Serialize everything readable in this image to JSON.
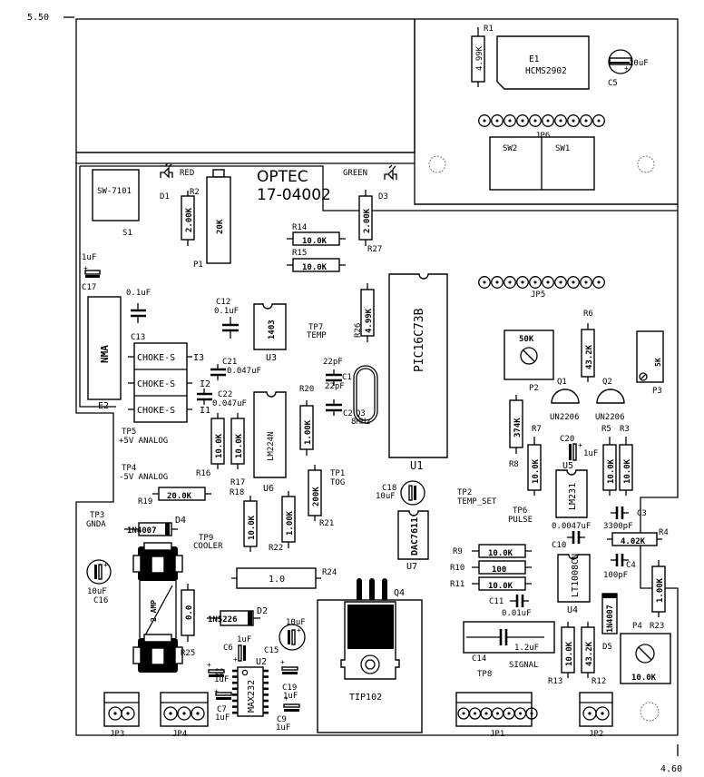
{
  "diagram": {
    "type": "pcb-silkscreen",
    "board_id": "17-04002",
    "brand": "OPTEC",
    "dimensions": {
      "top_label": "5.50",
      "bottom_label": "4.60"
    }
  },
  "components": {
    "R1": {
      "ref": "R1",
      "value": "4.99K"
    },
    "E1": {
      "ref": "E1",
      "value": "HCMS2902"
    },
    "C5": {
      "ref": "C5",
      "value": "10uF"
    },
    "JP6": {
      "ref": "JP6"
    },
    "SW2": {
      "ref": "SW2"
    },
    "SW1": {
      "ref": "SW1"
    },
    "S1": {
      "ref": "S1",
      "value": "SW-7101"
    },
    "D1": {
      "ref": "D1",
      "color": "RED"
    },
    "R2": {
      "ref": "R2",
      "value": "2.00K"
    },
    "P1": {
      "ref": "P1",
      "value": "20K"
    },
    "D3": {
      "ref": "D3",
      "color": "GREEN"
    },
    "R27": {
      "ref": "R27",
      "value": "2.00K"
    },
    "R14": {
      "ref": "R14",
      "value": "10.0K"
    },
    "R15": {
      "ref": "R15",
      "value": "10.0K"
    },
    "C17": {
      "ref": "C17",
      "value": "1uF"
    },
    "C_NMA": {
      "value": "0.1uF"
    },
    "E2": {
      "ref": "E2",
      "value": "NMA"
    },
    "C13": {
      "ref": "C13"
    },
    "CHOKES": [
      {
        "value": "CHOKE-S",
        "ref": "I3"
      },
      {
        "value": "CHOKE-S",
        "ref": "I2"
      },
      {
        "value": "CHOKE-S",
        "ref": "I1"
      }
    ],
    "C12": {
      "ref": "C12",
      "value": "0.1uF"
    },
    "U3": {
      "ref": "U3",
      "value": "1403"
    },
    "C21": {
      "ref": "C21",
      "value": "0.047uF"
    },
    "C22": {
      "ref": "C22",
      "value": "0.047uF"
    },
    "TP7": {
      "ref": "TP7",
      "label": "TEMP"
    },
    "R26": {
      "ref": "R26",
      "value": "4.99K"
    },
    "U1": {
      "ref": "U1",
      "value": "PIC16C73B"
    },
    "C1": {
      "ref": "C1",
      "value": "22pF"
    },
    "C2": {
      "ref": "C2",
      "value": "22pF"
    },
    "Q3": {
      "ref": "Q3",
      "value": "8MHz"
    },
    "R20": {
      "ref": "R20",
      "value": "1.00K"
    },
    "U6": {
      "ref": "U6",
      "value": "LM224N"
    },
    "R16": {
      "ref": "R16",
      "value": "10.0K"
    },
    "R17": {
      "ref": "R17",
      "value": "10.0K"
    },
    "R18": {
      "ref": "R18",
      "value": "10.0K"
    },
    "R19": {
      "ref": "R19",
      "value": "20.0K"
    },
    "R21": {
      "ref": "R21",
      "value": "200K"
    },
    "R22": {
      "ref": "R22",
      "value": "1.00K"
    },
    "TP5": {
      "ref": "TP5",
      "label": "+5V ANALOG"
    },
    "TP4": {
      "ref": "TP4",
      "label": "-5V ANALOG"
    },
    "TP3": {
      "ref": "TP3",
      "label": "GNDA"
    },
    "TP9": {
      "ref": "TP9",
      "label": "COOLER"
    },
    "TP1": {
      "ref": "TP1",
      "label": "TOG"
    },
    "TP2": {
      "ref": "TP2",
      "label": "TEMP_SET"
    },
    "TP6": {
      "ref": "TP6",
      "label": "PULSE"
    },
    "TP8": {
      "ref": "TP8",
      "label": "SIGNAL"
    },
    "D4": {
      "ref": "D4",
      "value": "1N4007"
    },
    "C16": {
      "ref": "C16",
      "value": "10uF"
    },
    "FUSE": {
      "value": "2 AMP"
    },
    "R25": {
      "ref": "R25",
      "value": "0.0"
    },
    "R24": {
      "ref": "R24",
      "value": "1.0"
    },
    "D2": {
      "ref": "D2",
      "value": "1N5226"
    },
    "C15": {
      "ref": "C15",
      "value": "10uF"
    },
    "C6": {
      "ref": "C6",
      "value": "1uF"
    },
    "C8": {
      "ref": "C8",
      "value": "1uF"
    },
    "C7": {
      "ref": "C7",
      "value": "1uF"
    },
    "C9": {
      "ref": "C9",
      "value": "1uF"
    },
    "C19": {
      "ref": "C19",
      "value": "1uF"
    },
    "U2": {
      "ref": "U2",
      "value": "MAX232"
    },
    "Q4": {
      "ref": "Q4",
      "value": "TIP102"
    },
    "C18": {
      "ref": "C18",
      "value": "10uF"
    },
    "U7": {
      "ref": "U7",
      "value": "DAC7611"
    },
    "JP5": {
      "ref": "JP5"
    },
    "P2": {
      "ref": "P2",
      "value": "50K"
    },
    "R6": {
      "ref": "R6",
      "value": "43.2K"
    },
    "P3": {
      "ref": "P3",
      "value": "5K"
    },
    "Q1": {
      "ref": "Q1",
      "value": "UN2206"
    },
    "Q2": {
      "ref": "Q2",
      "value": "UN2206"
    },
    "R8": {
      "ref": "R8",
      "value": "374K"
    },
    "R7": {
      "ref": "R7",
      "value": "10.0K"
    },
    "C20": {
      "ref": "C20",
      "value": "1uF"
    },
    "U5": {
      "ref": "U5",
      "value": "LM231"
    },
    "R5": {
      "ref": "R5",
      "value": "10.0K"
    },
    "R3": {
      "ref": "R3",
      "value": "10.0K"
    },
    "C10": {
      "ref": "C10",
      "value": "0.0047uF"
    },
    "C3": {
      "ref": "C3",
      "value": "3300pF"
    },
    "R4": {
      "ref": "R4",
      "value": "4.02K"
    },
    "C4": {
      "ref": "C4",
      "value": "100pF"
    },
    "U4": {
      "ref": "U4",
      "value": "LT1008CN"
    },
    "R9": {
      "ref": "R9",
      "value": "10.0K"
    },
    "R10": {
      "ref": "R10",
      "value": "100"
    },
    "R11": {
      "ref": "R11",
      "value": "10.0K"
    },
    "C11": {
      "ref": "C11",
      "value": "0.01uF"
    },
    "C14": {
      "ref": "C14",
      "value": "1.2uF"
    },
    "R13": {
      "ref": "R13",
      "value": "10.0K"
    },
    "R12": {
      "ref": "R12",
      "value": "43.2K"
    },
    "D5": {
      "ref": "D5",
      "value": "1N4007"
    },
    "R23": {
      "ref": "R23",
      "value": "1.00K"
    },
    "P4": {
      "ref": "P4",
      "value": "10.0K"
    },
    "JP1": {
      "ref": "JP1"
    },
    "JP2": {
      "ref": "JP2"
    },
    "JP3": {
      "ref": "JP3"
    },
    "JP4": {
      "ref": "JP4"
    }
  }
}
